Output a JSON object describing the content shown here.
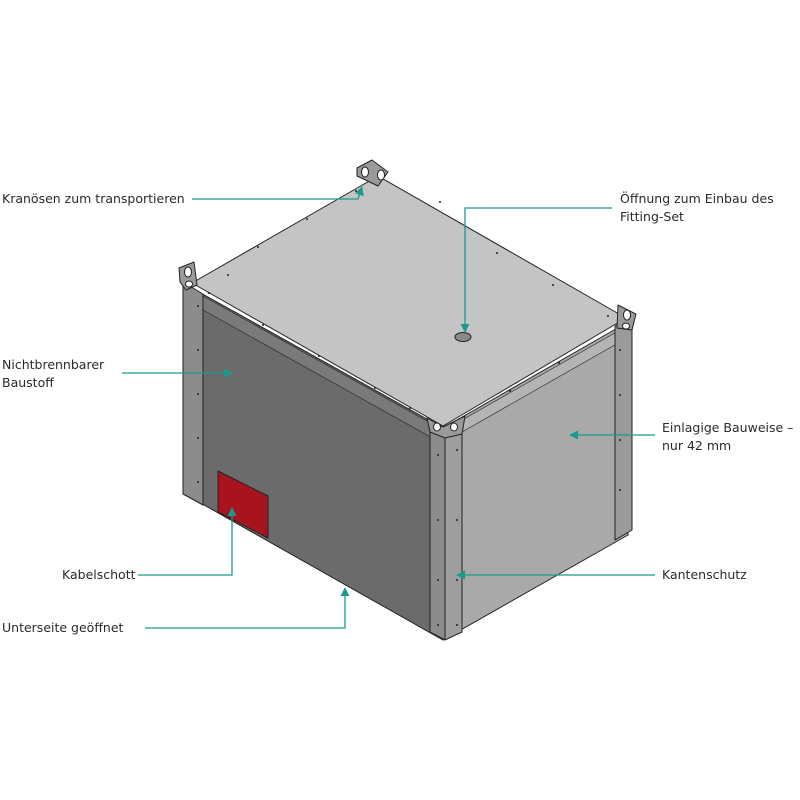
{
  "colors": {
    "accent": "#1a9a8c",
    "top_face": "#c4c4c4",
    "left_face": "#6b6b6b",
    "right_face": "#a9a9a9",
    "posts": "#8c8c8c",
    "cable_bulkhead": "#a8141e"
  },
  "callouts": {
    "crane_lugs": "Kranösen zum transportieren",
    "opening_line1": "Öffnung zum Einbau des",
    "opening_line2": "Fitting-Set",
    "material_line1": "Nichtbrennbarer",
    "material_line2": "Baustoff",
    "single_layer_line1": "Einlagige Bauweise –",
    "single_layer_line2": "nur 42 mm",
    "cable_bulkhead": "Kabelschott",
    "edge_protection": "Kantenschutz",
    "open_bottom": "Unterseite geöffnet"
  }
}
